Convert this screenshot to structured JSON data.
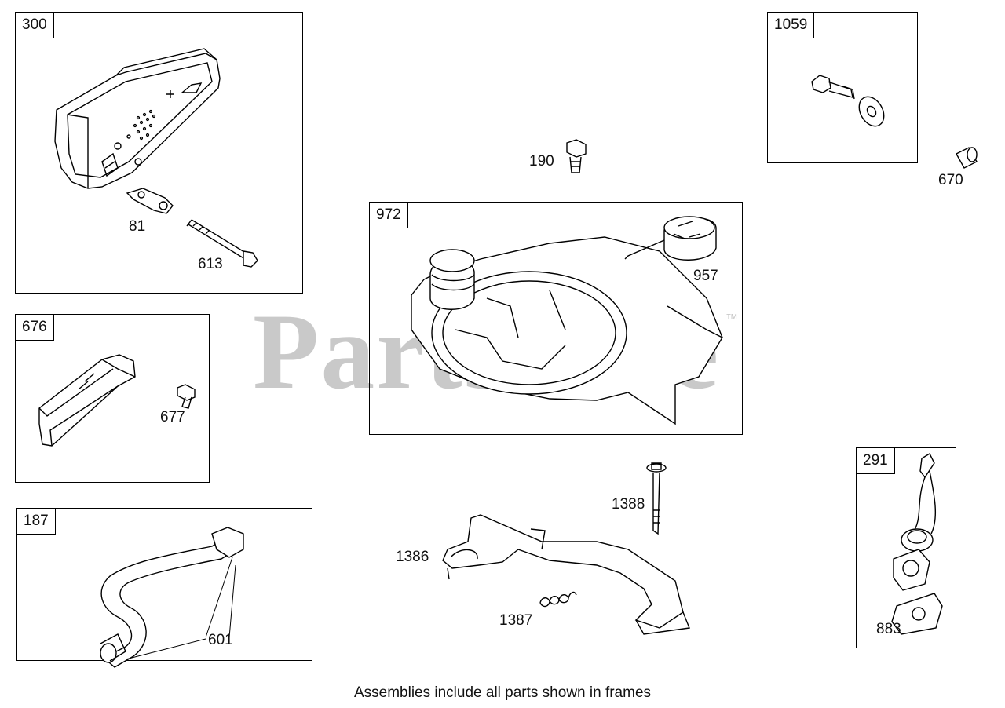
{
  "watermark": {
    "text": "PartsTree",
    "mark": "™"
  },
  "caption": "Assemblies include all parts shown in frames",
  "frames": {
    "f300": "300",
    "f676": "676",
    "f187": "187",
    "f972": "972",
    "f1059": "1059",
    "f291": "291"
  },
  "callouts": {
    "p81": "81",
    "p613": "613",
    "p677": "677",
    "p601": "601",
    "p190": "190",
    "p957": "957",
    "p670": "670",
    "p1388": "1388",
    "p1386": "1386",
    "p1387": "1387",
    "p883": "883"
  },
  "parts": {
    "muffler": "muffler-icon",
    "muffler_gasket": "gasket-icon",
    "muffler_bolt": "bolt-icon",
    "heat_shield": "heat-shield-icon",
    "shield_screw": "screw-icon",
    "fuel_line": "fuel-hose-icon",
    "fuel_tank": "fuel-tank-icon",
    "fuel_cap": "fuel-cap-icon",
    "tank_screw": "screw-icon",
    "shoulder_bolt": "shoulder-bolt-icon",
    "spacer": "spacer-icon",
    "governor_lever": "governor-lever-icon",
    "governor_bolt": "bolt-icon",
    "governor_spring": "spring-icon",
    "primer_bulb": "primer-icon",
    "primer_gasket": "gasket-icon"
  },
  "colors": {
    "line": "#000000",
    "watermark": "#c9c9c9"
  }
}
